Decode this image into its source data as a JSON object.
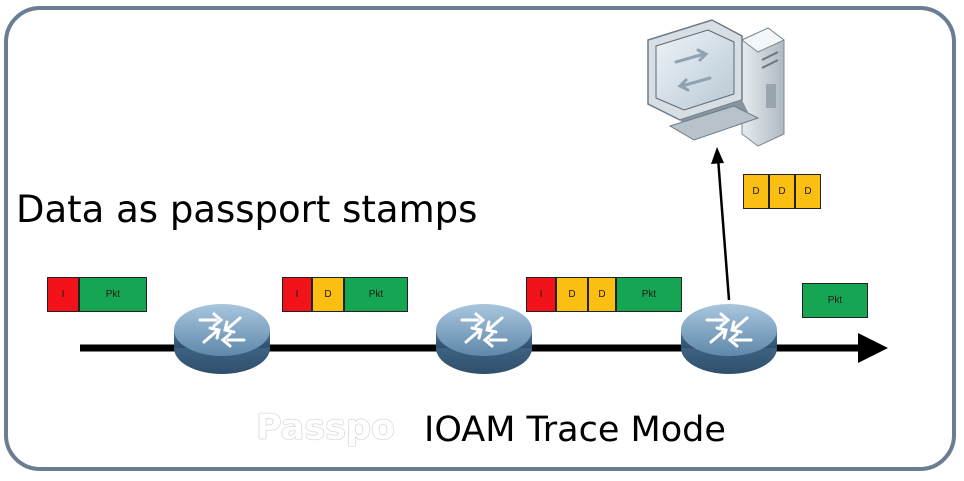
{
  "caption": "Data as passport stamps",
  "mode_label": "IOAM Trace Mode",
  "ghost_label": "Passport",
  "colors": {
    "frame": "#6b7d92",
    "insert_cell": "#f2121a",
    "data_cell": "#fbbf12",
    "packet_cell": "#16a552",
    "router_body": "#5d86a8",
    "router_top": "#7ea6c6"
  },
  "packets": [
    {
      "cells": [
        "I",
        "Pkt"
      ]
    },
    {
      "cells": [
        "I",
        "D",
        "Pkt"
      ]
    },
    {
      "cells": [
        "I",
        "D",
        "D",
        "Pkt"
      ]
    },
    {
      "cells": [
        "D",
        "D",
        "D"
      ]
    },
    {
      "cells": [
        "Pkt"
      ]
    }
  ],
  "icons": [
    "router-icon",
    "router-icon",
    "router-icon",
    "computer-icon"
  ]
}
